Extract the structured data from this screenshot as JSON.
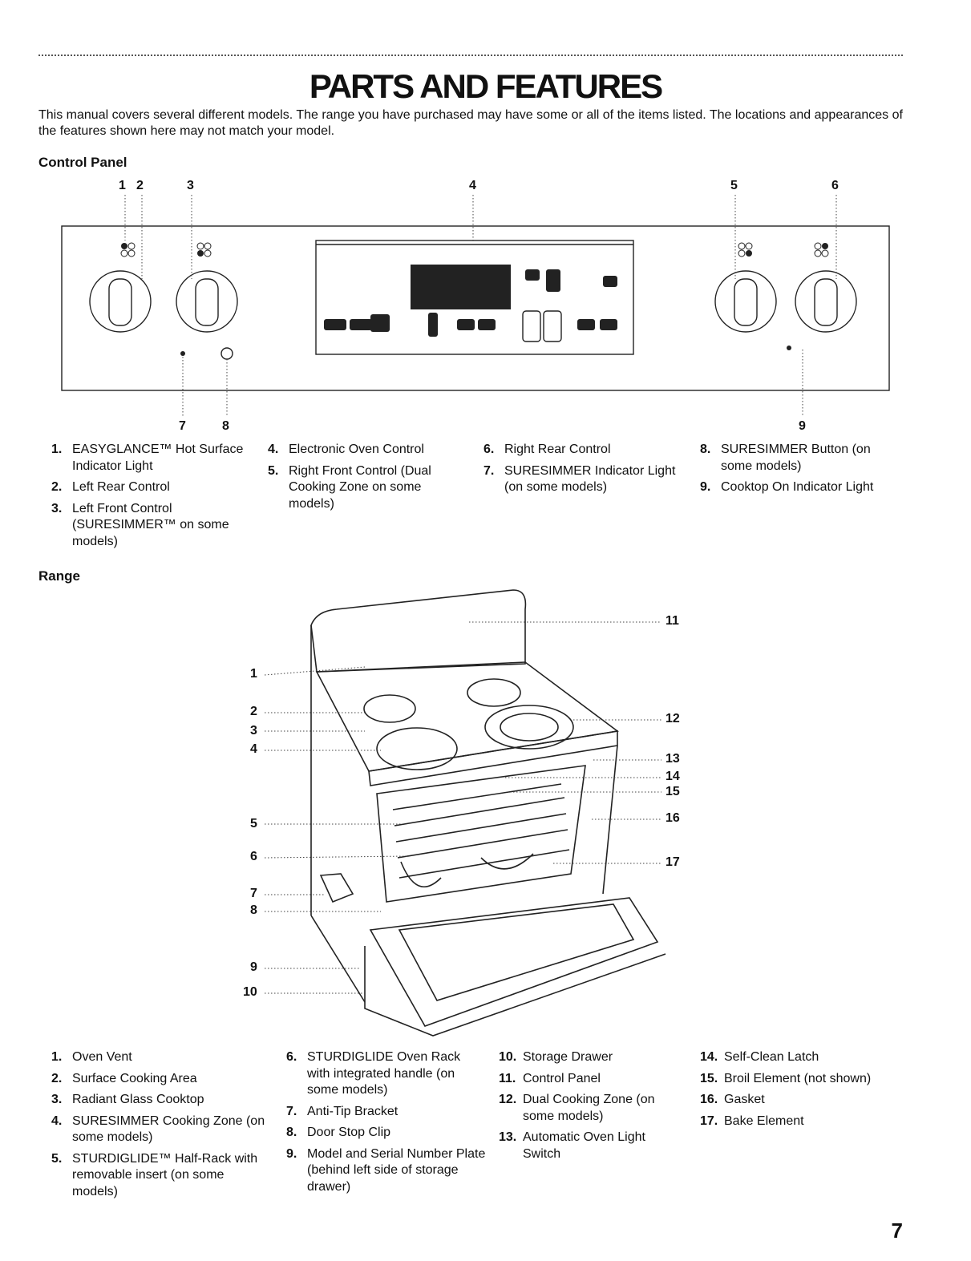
{
  "title": "PARTS AND FEATURES",
  "intro": "This manual covers several different models. The range you have purchased may have some or all of the items listed. The locations and appearances of the features shown here may not match your model.",
  "control_panel": {
    "heading": "Control Panel",
    "callouts_top": [
      "1",
      "2",
      "3",
      "4",
      "5",
      "6"
    ],
    "callouts_bottom": [
      "7",
      "8",
      "9"
    ],
    "items_col1": [
      {
        "n": "1.",
        "t": "EASYGLANCE™ Hot Surface Indicator Light"
      },
      {
        "n": "2.",
        "t": "Left Rear Control"
      },
      {
        "n": "3.",
        "t": "Left Front Control (SURESIMMER™ on some models)"
      }
    ],
    "items_col2": [
      {
        "n": "4.",
        "t": "Electronic Oven Control"
      },
      {
        "n": "5.",
        "t": "Right Front Control (Dual Cooking Zone on some models)"
      }
    ],
    "items_col3": [
      {
        "n": "6.",
        "t": "Right Rear Control"
      },
      {
        "n": "7.",
        "t": "SURESIMMER Indicator Light (on some models)"
      }
    ],
    "items_col4": [
      {
        "n": "8.",
        "t": "SURESIMMER Button (on some models)"
      },
      {
        "n": "9.",
        "t": "Cooktop On Indicator Light"
      }
    ]
  },
  "range": {
    "heading": "Range",
    "callouts_left": [
      "1",
      "2",
      "3",
      "4",
      "5",
      "6",
      "7",
      "8",
      "9",
      "10"
    ],
    "callouts_right": [
      "11",
      "12",
      "13",
      "14",
      "15",
      "16",
      "17"
    ],
    "items_col1": [
      {
        "n": "1.",
        "t": "Oven Vent"
      },
      {
        "n": "2.",
        "t": "Surface Cooking Area"
      },
      {
        "n": "3.",
        "t": "Radiant Glass Cooktop"
      },
      {
        "n": "4.",
        "t": "SURESIMMER Cooking Zone (on some models)"
      },
      {
        "n": "5.",
        "t": "STURDIGLIDE™ Half-Rack with removable insert (on some models)"
      }
    ],
    "items_col2": [
      {
        "n": "6.",
        "t": "STURDIGLIDE Oven Rack with integrated handle (on some models)"
      },
      {
        "n": "7.",
        "t": "Anti-Tip Bracket"
      },
      {
        "n": "8.",
        "t": "Door Stop Clip"
      },
      {
        "n": "9.",
        "t": "Model and Serial Number Plate (behind left side of storage drawer)"
      }
    ],
    "items_col3": [
      {
        "n": "10.",
        "t": "Storage Drawer"
      },
      {
        "n": "11.",
        "t": "Control Panel"
      },
      {
        "n": "12.",
        "t": "Dual Cooking Zone (on some models)"
      },
      {
        "n": "13.",
        "t": "Automatic Oven Light Switch"
      }
    ],
    "items_col4": [
      {
        "n": "14.",
        "t": "Self-Clean Latch"
      },
      {
        "n": "15.",
        "t": "Broil Element (not shown)"
      },
      {
        "n": "16.",
        "t": "Gasket"
      },
      {
        "n": "17.",
        "t": "Bake Element"
      }
    ]
  },
  "page_number": "7"
}
